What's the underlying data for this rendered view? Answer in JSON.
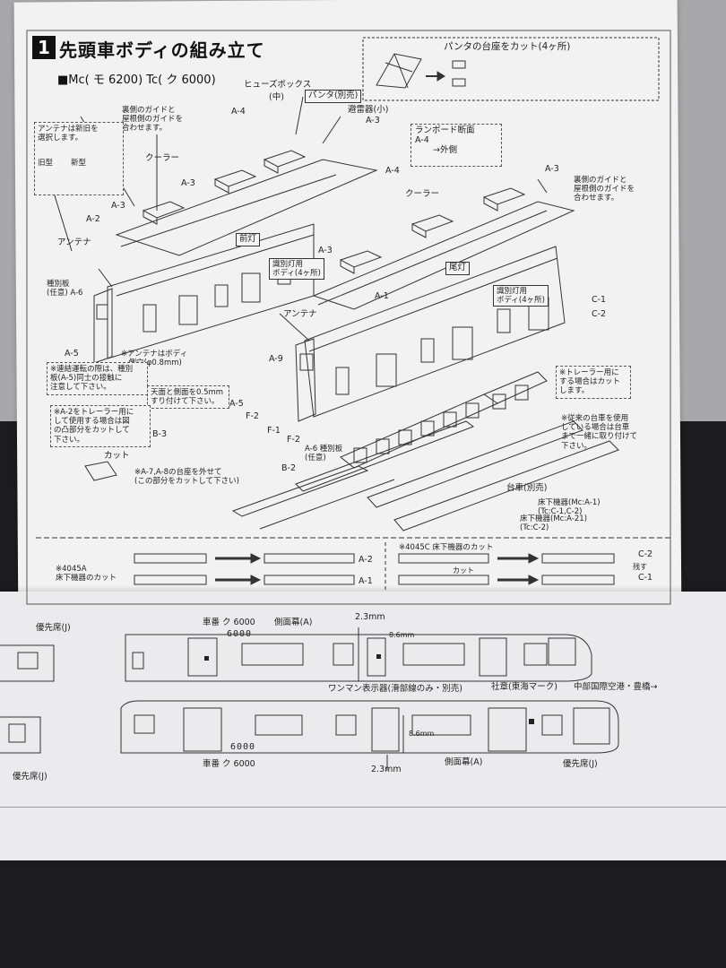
{
  "header": {
    "step": "1",
    "title": "先頭車ボディの組み立て",
    "subtitle": "■Mc( モ 6200) Tc( ク 6000)"
  },
  "callouts": {
    "pantograph_note": "パンタの台座をカット(4ヶ所)",
    "fuse_box": "ヒューズボックス",
    "fuse_box_sub": "(中)",
    "panta_sep": "パンタ(別売)",
    "lightning_arrester": "避雷器(小)",
    "runboard_title": "ランボード断面",
    "runboard_a4": "A-4",
    "runboard_out": "→外側",
    "guide_left": "裏側のガイドと\n屋根側のガイドを\n合わせます。",
    "guide_right": "裏側のガイドと\n屋根側のガイドを\n合わせます。",
    "antenna_new": "アンテナは新旧を\n選択します。",
    "antenna_old": "旧型",
    "antenna_newtype": "新型",
    "cooler_left": "クーラー",
    "cooler_right": "クーラー",
    "antenna_left": "アンテナ",
    "antenna_mid": "アンテナ",
    "type_board": "種別板\n(任意) A-6",
    "front_light": "前灯",
    "rear_light": "尾灯",
    "car_body_a": "識別灯用\nボディ(4ヶ所)",
    "car_body_b": "識別灯用\nボディ(4ヶ所)",
    "antenna_hole": "※アンテナはボディ\n　側穴(φ0.8mm)",
    "front_note": "※連結運転の際は、種別\n板(A-5)同士の接触に\n注意して下さい。",
    "roof_note": "天面と側面を0.5mm\nすり付けて下さい。",
    "trailer_note": "※A-2をトレーラー用に\nして使用する場合は図\nの凸部分をカットして\n下さい。",
    "trailer_right": "※トレーラー用に\nする場合はカット\nします。",
    "weight_note": "※従来の台車を使用\nしている場合は台車\nまで一緒に取り付けて\n下さい。",
    "motor_note": "※A-7,A-8の台座を外せて\n(この部分をカットして下さい)",
    "parts": {
      "a1": "A-1",
      "a2": "A-2",
      "a3a": "A-3",
      "a3b": "A-3",
      "a3c": "A-3",
      "a3d": "A-3",
      "a3e": "A-3",
      "a4a": "A-4",
      "a4b": "A-4",
      "a5a": "A-5",
      "a5b": "A-5",
      "a6": "A-6",
      "a9": "A-9",
      "f1": "F-1",
      "f2a": "F-2",
      "f2b": "F-2",
      "b2": "B-2",
      "b3": "B-3",
      "c1": "C-1",
      "c2": "C-2",
      "cut": "カット",
      "type_plate": "A-6 種別板\n(任意)"
    },
    "bogie_sep": "台車(別売)",
    "under_floor_a": "床下機器(Mc:A-1)\n(Tc:C-1,C-2)",
    "under_floor_b": "床下機器(Mc:A-21)\n(Tc:C-2)"
  },
  "lower_strip": {
    "left_label": "※4045A\n床下機器のカット",
    "right_label": "※4045C 床下機器のカット",
    "arrow_note": "カット",
    "a2": "A-2",
    "a1": "A-1",
    "c2": "C-2",
    "c1": "C-1",
    "kept": "残す"
  },
  "side_views": {
    "top_car_no": "車番 ク 6000",
    "top_dest": "側面幕(A)",
    "dim_top": "2.3mm",
    "dim_v_top": "8.6mm",
    "plate_top": "6000",
    "wanman": "ワンマン表示器(滑部線のみ・別売)",
    "company": "社章(東海マーク)",
    "airport": "中部国際空港・豊橋→",
    "bottom_car_no": "車番 ク 6000",
    "bottom_plate": "6000",
    "dim_bottom": "2.3mm",
    "dim_v_bottom": "8.6mm",
    "bottom_dest": "側面幕(A)",
    "priority_right": "優先席(J)",
    "priority_left_top": "優先席(J)",
    "priority_left_bottom": "優先席(J)"
  }
}
